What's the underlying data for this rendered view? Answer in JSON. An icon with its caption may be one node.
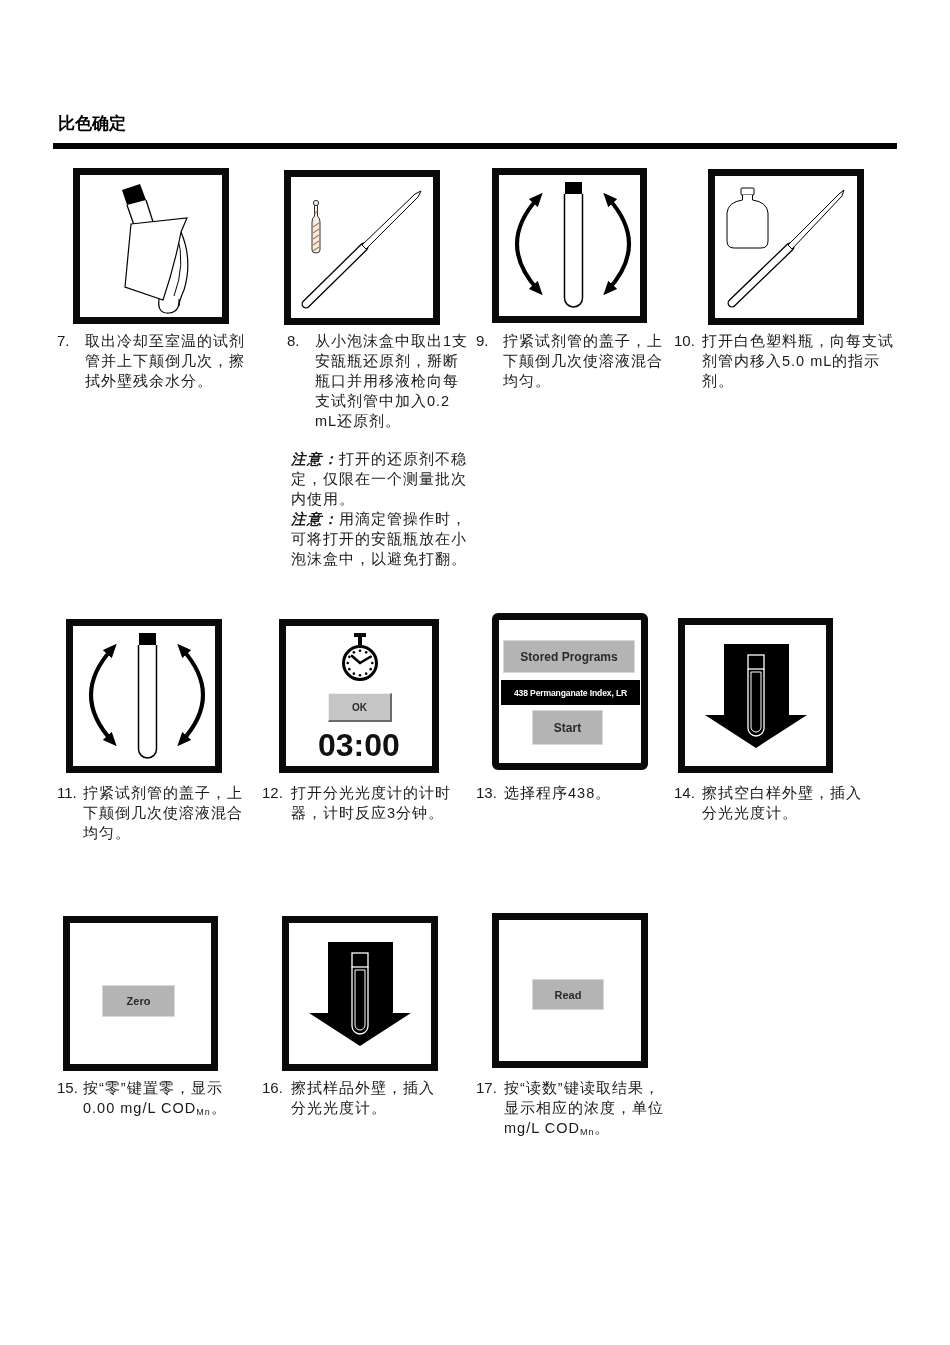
{
  "diagram": {
    "title": "比色确定",
    "nodes": [
      {
        "text": [],
        "shape": "picture",
        "beside": [
          "7.",
          "取出冷却至室温的试剂管并上下颠倒几次，擦拭外壁残余水分。"
        ]
      },
      {
        "text": [],
        "shape": "picture",
        "beside": [
          "8.",
          "从小泡沫盒中取出1支安瓿瓶还原剂，掰断瓶口并用移液枪向每支试剂管中加入0.2 mL还原剂。",
          "**注意：**打开的还原剂不稳定，仅限在一个测量批次内使用。",
          "**注意：**用滴定管操作时，可将打开的安瓿瓶放在小泡沫盒中，以避免打翻。"
        ]
      },
      {
        "text": [],
        "shape": "picture",
        "beside": [
          "9.",
          "拧紧试剂管的盖子，上下颠倒几次使溶液混合均匀。"
        ]
      },
      {
        "text": [],
        "shape": "picture",
        "beside": [
          "10.",
          "打开白色塑料瓶，向每支试剂管内移入5.0 mL的指示剂。"
        ]
      },
      {
        "text": [],
        "shape": "picture",
        "beside": [
          "11.",
          "拧紧试剂管的盖子，上下颠倒几次使溶液混合均匀。"
        ]
      },
      {
        "text": [
          "03:00"
        ],
        "beside": [
          "12.",
          "打开分光光度计的计时器，计时反应3分钟。"
        ]
      },
      {
        "text": [
          "OK"
        ],
        "in": 5
      },
      {
        "text": [],
        "shape": "box",
        "beside": [
          "13.",
          "选择程序438。"
        ]
      },
      {
        "text": [
          "Stored Programs"
        ],
        "in": 7
      },
      {
        "text": [
          "438 Permanganate Index, LR"
        ],
        "in": 7
      },
      {
        "text": [
          "Start"
        ],
        "in": 7
      },
      {
        "text": [],
        "shape": "picture",
        "beside": [
          "14.",
          "擦拭空白样外壁，插入分光光度计。"
        ]
      },
      {
        "text": [],
        "shape": "box",
        "beside": [
          "15.",
          "按“零”键置零，显示0.00 mg/L COD$_{Mn}$。"
        ]
      },
      {
        "text": [
          "Zero"
        ],
        "in": 12
      },
      {
        "text": [],
        "shape": "picture",
        "beside": [
          "16.",
          "擦拭样品外壁，插入分光光度计。"
        ]
      },
      {
        "text": [],
        "shape": "box",
        "beside": [
          "17.",
          "按“读数”键读取结果，显示相应的浓度，单位mg/L COD$_{Mn}$。"
        ]
      },
      {
        "text": [
          "Read"
        ],
        "in": 15
      }
    ]
  }
}
